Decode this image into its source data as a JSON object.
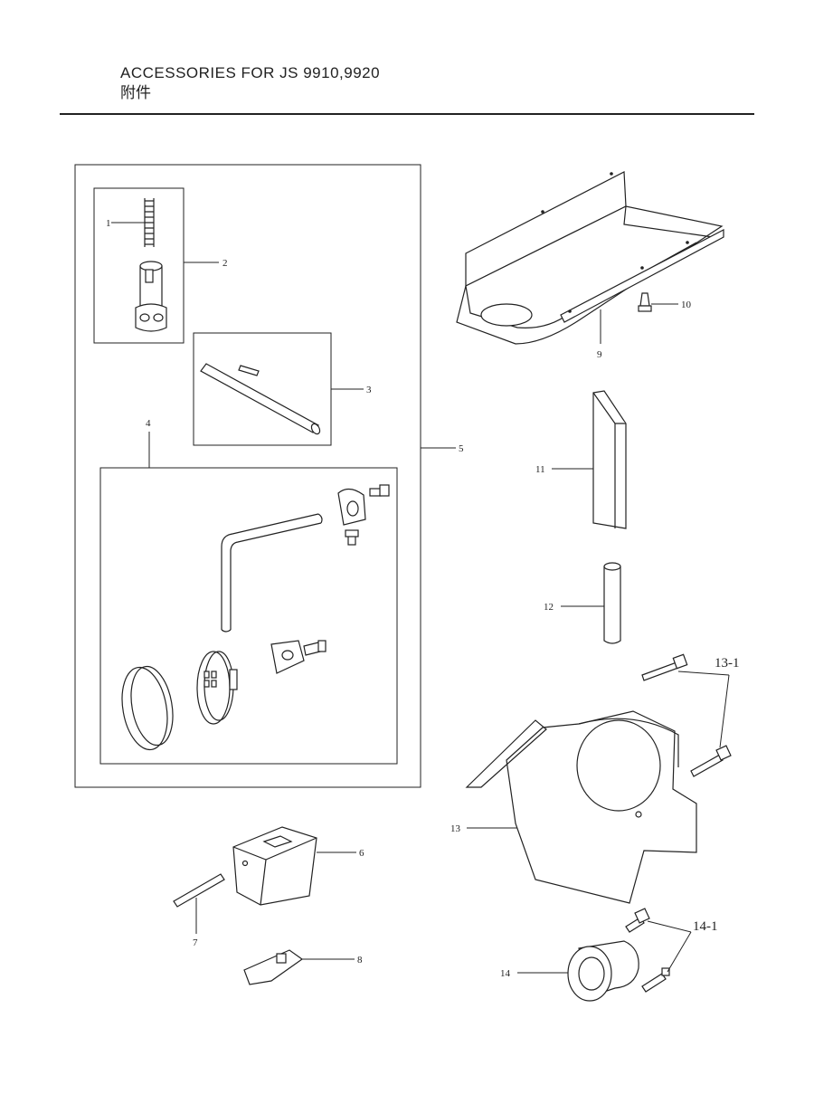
{
  "header": {
    "title_en": "ACCESSORIES FOR JS 9910,9920",
    "title_zh": "附件"
  },
  "callouts": {
    "c1": "1",
    "c2": "2",
    "c3": "3",
    "c4": "4",
    "c5": "5",
    "c6": "6",
    "c7": "7",
    "c8": "8",
    "c9": "9",
    "c10": "10",
    "c11": "11",
    "c12": "12",
    "c13": "13",
    "c13_1": "13-1",
    "c14": "14",
    "c14_1": "14-1"
  }
}
